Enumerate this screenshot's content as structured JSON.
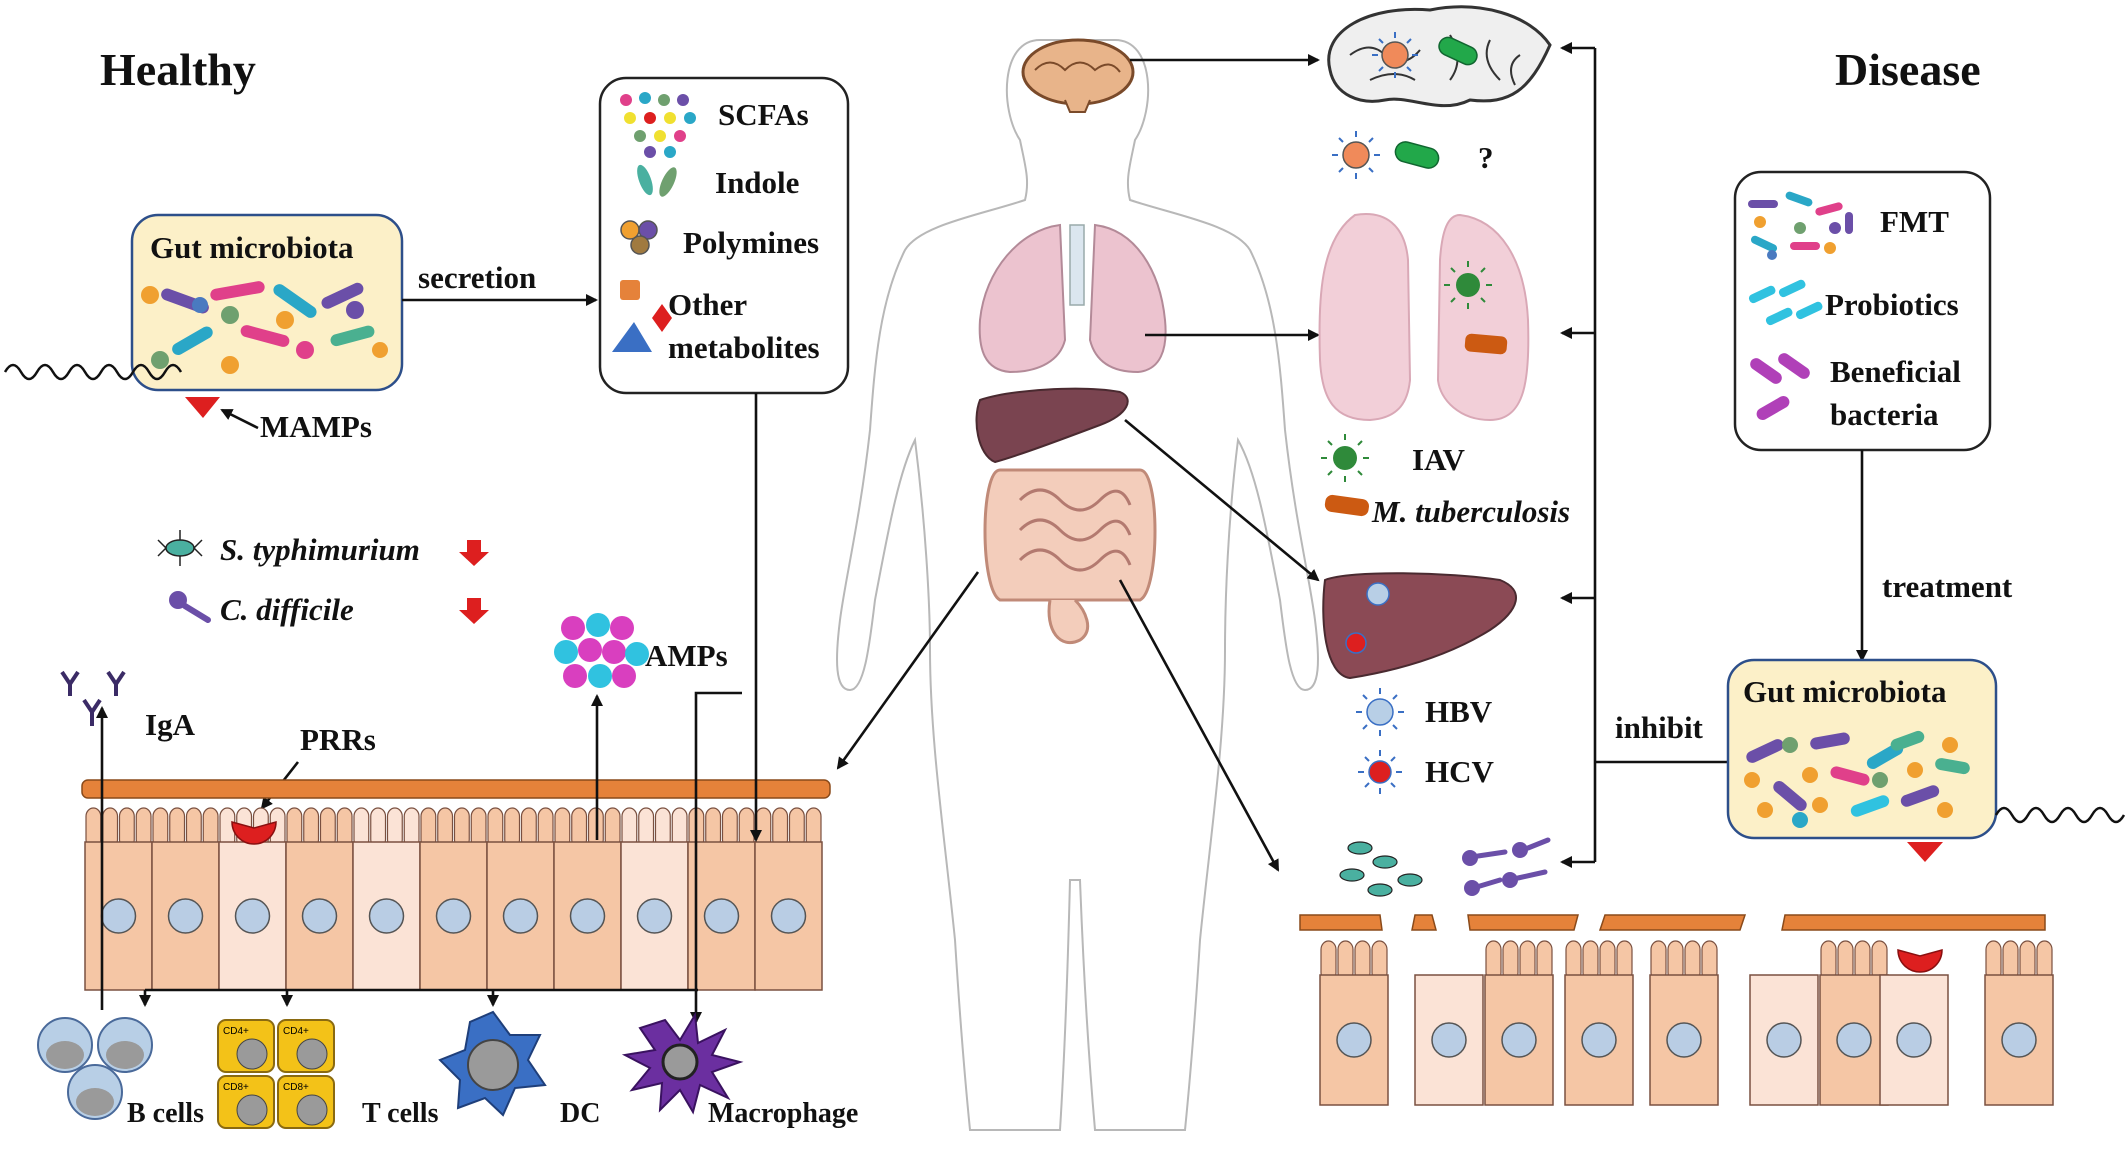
{
  "healthy": {
    "title": "Healthy",
    "gut_box_title": "Gut microbiota",
    "secretion": "secretion",
    "mamps": "MAMPs",
    "metabolites": [
      "SCFAs",
      "Indole",
      "Polymines",
      "Other",
      "metabolites"
    ],
    "pathogens": [
      "S. typhimurium",
      "C. difficile"
    ],
    "amps": "AMPs",
    "iga": "IgA",
    "prrs": "PRRs",
    "immune_cells": [
      "B cells",
      "T cells",
      "DC",
      "Macrophage"
    ],
    "cd_labels": [
      "CD4+",
      "CD4+",
      "CD8+",
      "CD8+"
    ]
  },
  "disease": {
    "title": "Disease",
    "question": "?",
    "viruses": [
      "IAV",
      "M. tuberculosis",
      "HBV",
      "HCV"
    ],
    "treatments": [
      "FMT",
      "Probiotics",
      "Beneficial",
      "bacteria"
    ],
    "treatment": "treatment",
    "inhibit": "inhibit",
    "gut_box_title": "Gut microbiota"
  },
  "colors": {
    "box_fill": "#fcf0c8",
    "box_stroke": "#2d4f8a",
    "mucus": "#e5823a",
    "cell": "#f5c6a5",
    "cell_light": "#fbe3d6",
    "nucleus": "#b9cde4",
    "red": "#dd1f1f",
    "liver": "#8b4a55",
    "lung": "#f2cfd8",
    "brain": "#efefef"
  }
}
